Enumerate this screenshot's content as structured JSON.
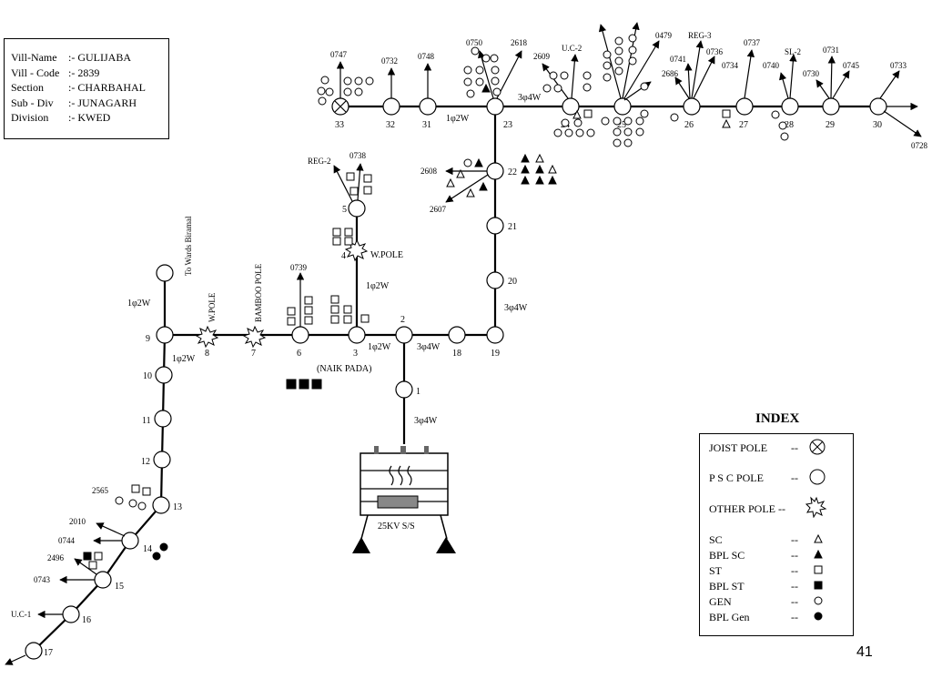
{
  "info": {
    "rows": [
      {
        "key": "Vill-Name",
        "sep": ":-",
        "value": "GULIJABA"
      },
      {
        "key": "Vill - Code",
        "sep": ":-",
        "value": "2839"
      },
      {
        "key": "Section",
        "sep": ":-",
        "value": "CHARBAHAL"
      },
      {
        "key": "Sub - Div",
        "sep": ":-",
        "value": "JUNAGARH"
      },
      {
        "key": "Division",
        "sep": ":-",
        "value": "KWED"
      }
    ]
  },
  "index": {
    "title": "INDEX",
    "items": [
      {
        "label": "JOIST POLE",
        "dash": "--",
        "icon": "joist-pole-icon"
      },
      {
        "label": "P S C  POLE",
        "dash": "--",
        "icon": "psc-pole-icon"
      },
      {
        "label": "OTHER POLE --",
        "dash": "",
        "icon": "other-pole-icon"
      },
      {
        "label": "SC",
        "dash": "--",
        "icon": "open-triangle-icon"
      },
      {
        "label": "BPL SC",
        "dash": "--",
        "icon": "filled-triangle-icon"
      },
      {
        "label": "ST",
        "dash": "--",
        "icon": "open-square-icon"
      },
      {
        "label": "BPL ST",
        "dash": "--",
        "icon": "filled-square-icon"
      },
      {
        "label": "GEN",
        "dash": "--",
        "icon": "open-circle-icon"
      },
      {
        "label": "BPL Gen",
        "dash": "--",
        "icon": "filled-circle-icon"
      }
    ]
  },
  "substation": {
    "label": "25KV S/S"
  },
  "page_number": "41",
  "labels": {
    "naik_pada": "(NAIK PADA)",
    "towards": "To Wards Biramal",
    "w_pole_8": "W.POLE",
    "bamboo_pole": "BAMBOO POLE",
    "w_pole_4": "W.POLE",
    "phase_1p2w": "1φ2W",
    "phase_3p4w": "3φ4W"
  },
  "poles": {
    "p1": "1",
    "p2": "2",
    "p3": "3",
    "p4": "4",
    "p5": "5",
    "p6": "6",
    "p7": "7",
    "p8": "8",
    "p9": "9",
    "p10": "10",
    "p11": "11",
    "p12": "12",
    "p13": "13",
    "p14": "14",
    "p15": "15",
    "p16": "16",
    "p17": "17",
    "p18": "18",
    "p19": "19",
    "p20": "20",
    "p21": "21",
    "p22": "22",
    "p23": "23",
    "p24": "24",
    "p25": "25",
    "p26": "26",
    "p27": "27",
    "p28": "28",
    "p29": "29",
    "p30": "30",
    "p31": "31",
    "p32": "32",
    "p33": "33"
  },
  "consumers": {
    "c0747": "0747",
    "c0732": "0732",
    "c0748": "0748",
    "c0750": "0750",
    "c2618": "2618",
    "c2609": "2609",
    "cUC2": "U.C-2",
    "c0479": "0479",
    "cREG3": "REG-3",
    "c2686": "2686",
    "c0741": "0741",
    "c0736": "0736",
    "c0737": "0737",
    "c0734": "0734",
    "cSL2": "SL-2",
    "c0740": "0740",
    "c0731": "0731",
    "c0730": "0730",
    "c0745": "0745",
    "c0733": "0733",
    "c0728": "0728",
    "c2608": "2608",
    "c2607": "2607",
    "cREG2": "REG-2",
    "c0738": "0738",
    "c0739": "0739",
    "c2565": "2565",
    "c2010": "2010",
    "c0744": "0744",
    "c2496": "2496",
    "c0743": "0743",
    "cUC1": "U.C-1"
  }
}
